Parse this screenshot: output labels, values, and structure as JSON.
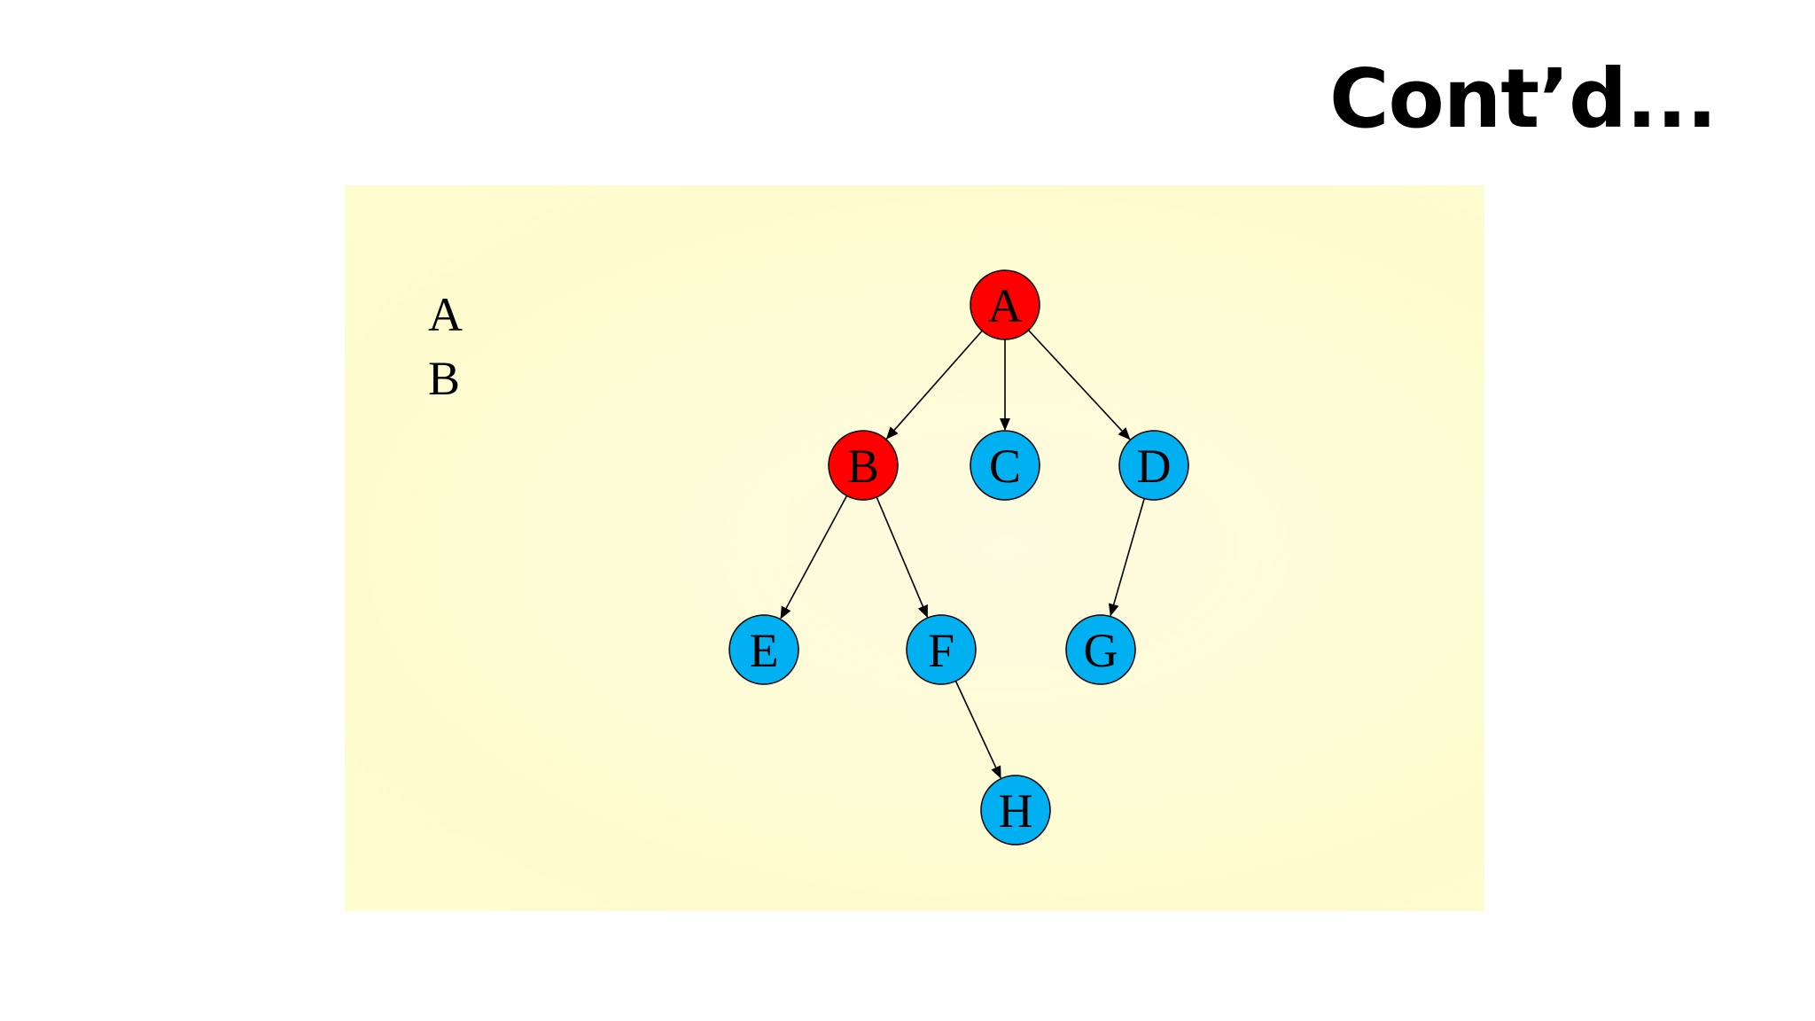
{
  "slide": {
    "title": "Cont’d..."
  },
  "visited_list": [
    "A",
    "B"
  ],
  "colors": {
    "visited": "#ff0000",
    "unvisited": "#00b0f0",
    "edge": "#000000",
    "panel_background": "#fffcd0"
  },
  "graph": {
    "nodes": [
      {
        "id": "A",
        "label": "A",
        "state": "visited"
      },
      {
        "id": "B",
        "label": "B",
        "state": "visited"
      },
      {
        "id": "C",
        "label": "C",
        "state": "unvisited"
      },
      {
        "id": "D",
        "label": "D",
        "state": "unvisited"
      },
      {
        "id": "E",
        "label": "E",
        "state": "unvisited"
      },
      {
        "id": "F",
        "label": "F",
        "state": "unvisited"
      },
      {
        "id": "G",
        "label": "G",
        "state": "unvisited"
      },
      {
        "id": "H",
        "label": "H",
        "state": "unvisited"
      }
    ],
    "edges": [
      {
        "from": "A",
        "to": "B"
      },
      {
        "from": "A",
        "to": "C"
      },
      {
        "from": "A",
        "to": "D"
      },
      {
        "from": "B",
        "to": "E"
      },
      {
        "from": "B",
        "to": "F"
      },
      {
        "from": "D",
        "to": "G"
      },
      {
        "from": "F",
        "to": "H"
      }
    ]
  }
}
